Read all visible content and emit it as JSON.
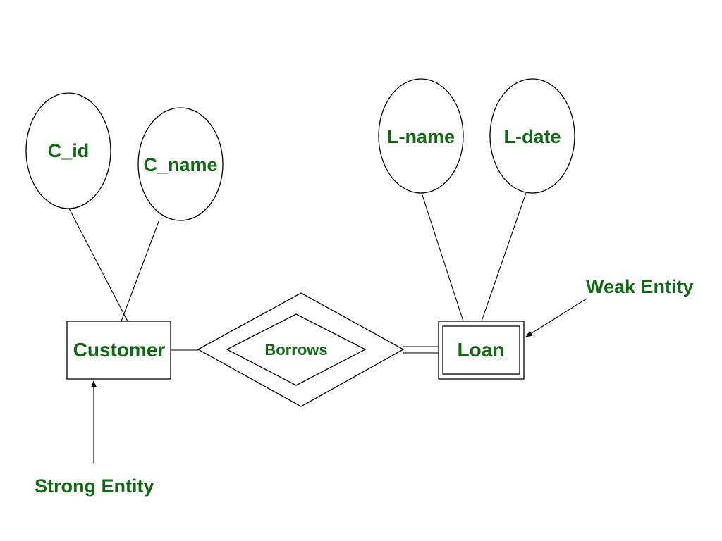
{
  "diagram": {
    "attributes": {
      "c_id": "C_id",
      "c_name": "C_name",
      "l_name": "L-name",
      "l_date": "L-date"
    },
    "entities": {
      "customer": "Customer",
      "loan": "Loan"
    },
    "relationship": {
      "borrows": "Borrows"
    },
    "annotations": {
      "strong_entity": "Strong Entity",
      "weak_entity": "Weak Entity"
    }
  },
  "colors": {
    "label_green": "#0e6b12",
    "stroke": "#000000",
    "background": "#ffffff"
  }
}
